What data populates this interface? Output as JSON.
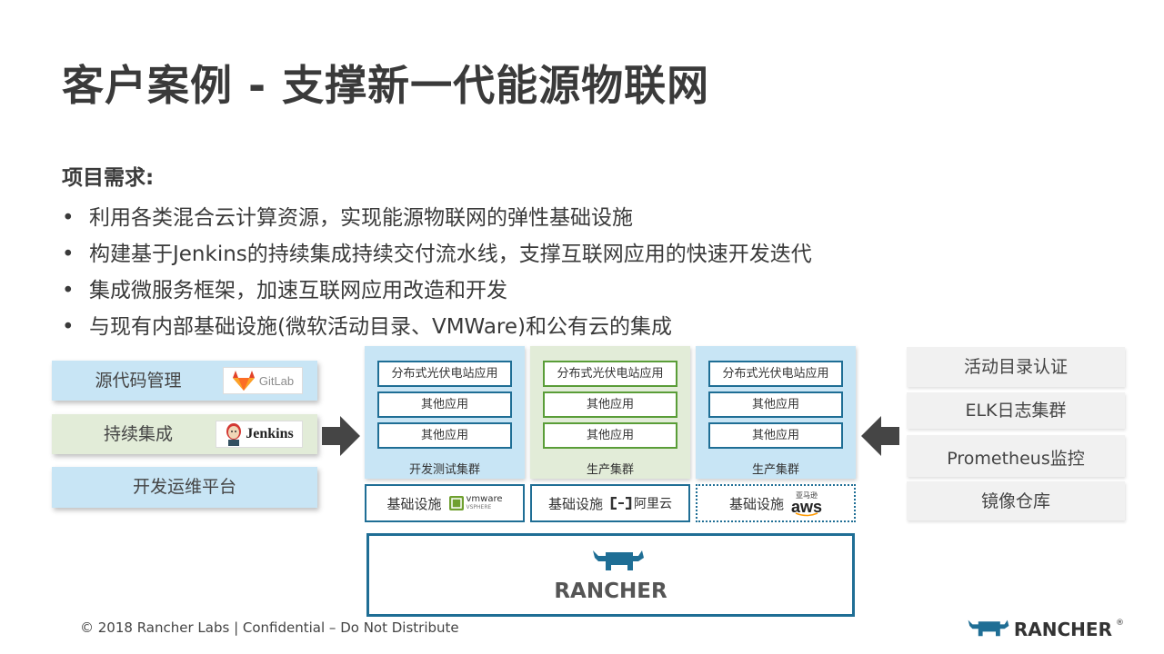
{
  "title": "客户案例 - 支撑新一代能源物联网",
  "requirements": {
    "heading": "项目需求:",
    "bullet_symbol": "•",
    "items": [
      "利用各类混合云计算资源，实现能源物联网的弹性基础设施",
      "构建基于Jenkins的持续集成持续交付流水线，支撑互联网应用的快速开发迭代",
      "集成微服务框架，加速互联网应用改造和开发",
      "与现有内部基础设施(微软活动目录、VMWare)和公有云的集成"
    ]
  },
  "left_boxes": [
    {
      "label": "源代码管理",
      "logo_text": "GitLab",
      "logo_icon": "gitlab-fox-icon"
    },
    {
      "label": "持续集成",
      "logo_text": "Jenkins",
      "logo_icon": "jenkins-butler-icon"
    },
    {
      "label": "开发运维平台"
    }
  ],
  "clusters": [
    {
      "name": "开发测试集群",
      "apps": [
        "分布式光伏电站应用",
        "其他应用",
        "其他应用"
      ]
    },
    {
      "name": "生产集群",
      "apps": [
        "分布式光伏电站应用",
        "其他应用",
        "其他应用"
      ]
    },
    {
      "name": "生产集群",
      "apps": [
        "分布式光伏电站应用",
        "其他应用",
        "其他应用"
      ]
    }
  ],
  "infra": [
    {
      "label": "基础设施",
      "logo_text": "vmware",
      "logo_sub": "VSPHERE",
      "logo_icon": "vmware-icon"
    },
    {
      "label": "基础设施",
      "logo_text": "阿里云",
      "logo_icon": "aliyun-icon"
    },
    {
      "label": "基础设施",
      "logo_text": "aws",
      "logo_sub": "亚马逊",
      "logo_icon": "aws-icon"
    }
  ],
  "rancher_platform": {
    "label": "RANCHER",
    "icon": "rancher-cow-icon"
  },
  "right_boxes": [
    "活动目录认证",
    "ELK日志集群",
    "Prometheus监控",
    "镜像仓库"
  ],
  "footer": "© 2018 Rancher Labs | Confidential – Do Not Distribute",
  "brand": {
    "label": "RANCHER",
    "registered": "®"
  },
  "colors": {
    "blue_panel": "#c8e5f5",
    "green_panel": "#e2ecd8",
    "border_blue": "#1f6e95",
    "border_green": "#5a9d38",
    "rancher_blue": "#1f6e95",
    "gitlab_orange": "#e24329",
    "arrow_gray": "#454545"
  }
}
